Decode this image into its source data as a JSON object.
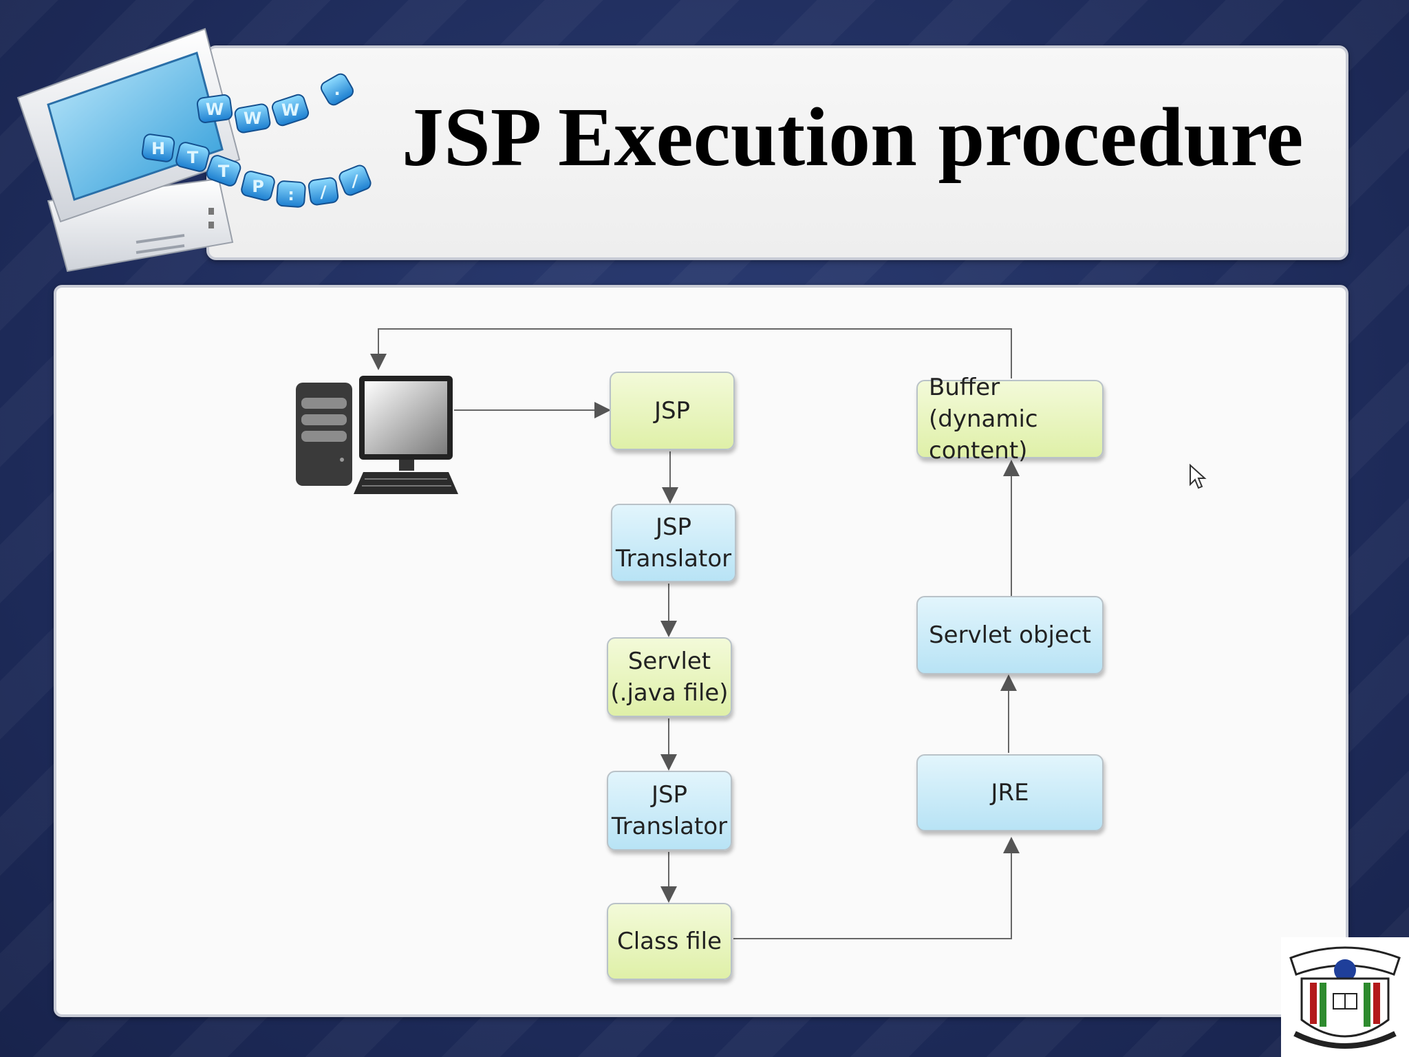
{
  "slide": {
    "title": "JSP Execution procedure",
    "logo_keys": [
      "W",
      "W",
      "W",
      ".",
      "H",
      "T",
      "T",
      "P",
      ":",
      "/",
      "/"
    ]
  },
  "diagram": {
    "nodes": {
      "jsp": "JSP",
      "translator1": "JSP\nTranslator",
      "servlet": "Servlet\n(.java file)",
      "translator2": "JSP\nTranslator",
      "classfile": "Class file",
      "jre": "JRE",
      "servlet_object": "Servlet object",
      "buffer": "Buffer (dynamic\ncontent)"
    },
    "colors": {
      "green_node": "#dff0a8",
      "blue_node": "#b8e3f5",
      "arrow": "#555555"
    }
  }
}
